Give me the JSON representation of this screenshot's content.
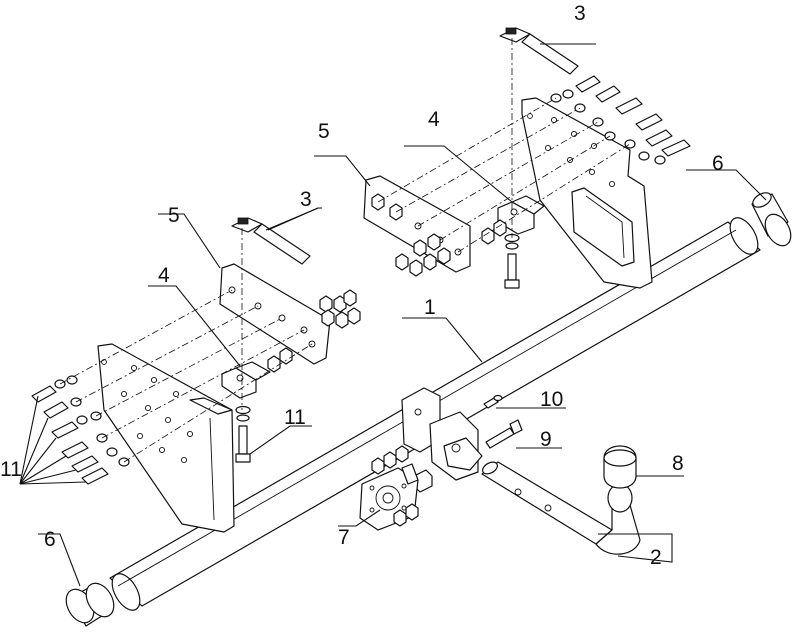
{
  "diagram": {
    "callouts": {
      "c1": "1",
      "c2": "2",
      "c3a": "3",
      "c3b": "3",
      "c4a": "4",
      "c4b": "4",
      "c5a": "5",
      "c5b": "5",
      "c6a": "6",
      "c6b": "6",
      "c7": "7",
      "c8": "8",
      "c9": "9",
      "c10": "10",
      "c11a": "11",
      "c11b": "11"
    }
  }
}
